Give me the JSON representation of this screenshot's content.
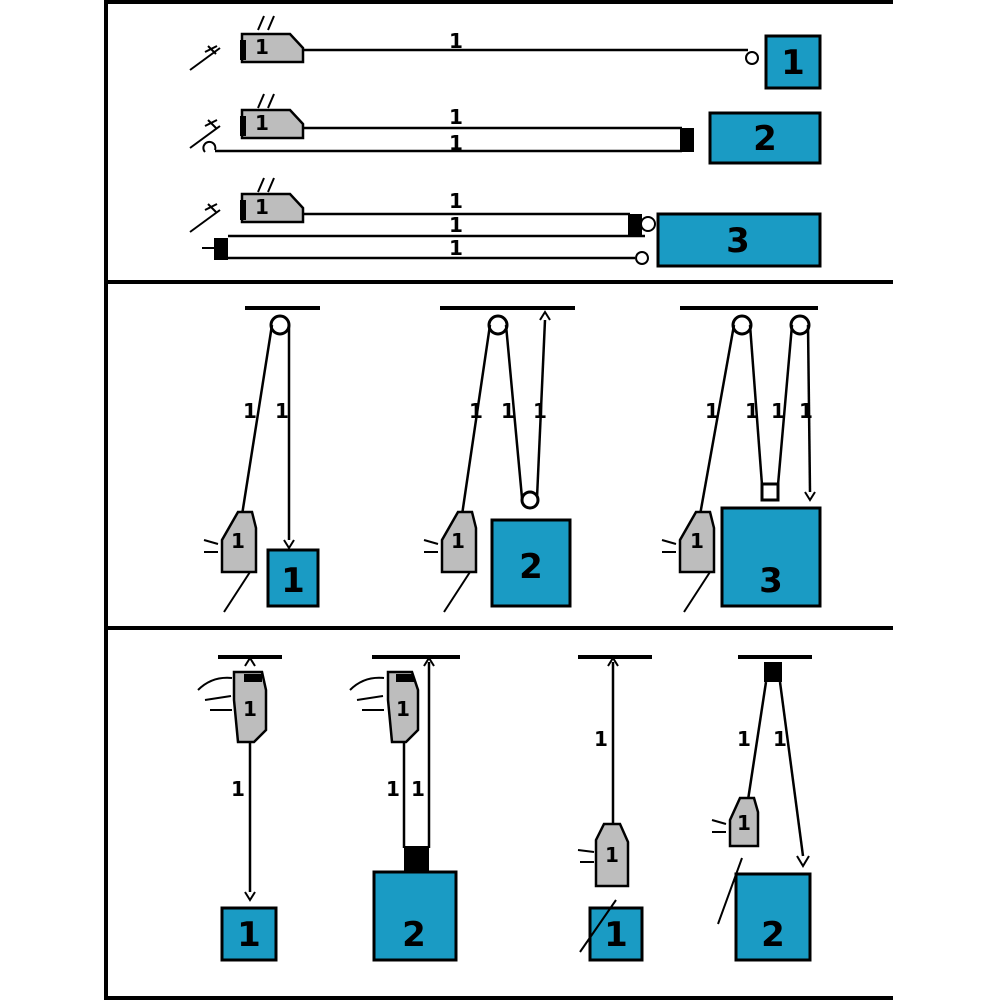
{
  "panels": [
    {
      "id": "horizontal",
      "setups": [
        {
          "load_label": "1",
          "rope_labels": [
            "1"
          ]
        },
        {
          "load_label": "2",
          "rope_labels": [
            "1",
            "1"
          ]
        },
        {
          "load_label": "3",
          "rope_labels": [
            "1",
            "1",
            "1"
          ]
        }
      ]
    },
    {
      "id": "vertical-pulley",
      "setups": [
        {
          "load_label": "1",
          "rope_labels": [
            "1",
            "1"
          ]
        },
        {
          "load_label": "2",
          "rope_labels": [
            "1",
            "1",
            "1"
          ]
        },
        {
          "load_label": "3",
          "rope_labels": [
            "1",
            "1",
            "1",
            "1"
          ]
        }
      ]
    },
    {
      "id": "vertical-direct",
      "setups": [
        {
          "load_label": "1",
          "rope_labels": [
            "1"
          ]
        },
        {
          "load_label": "2",
          "rope_labels": [
            "1",
            "1"
          ]
        },
        {
          "load_label": "1",
          "rope_labels": [
            "1"
          ]
        },
        {
          "load_label": "2",
          "rope_labels": [
            "1",
            "1"
          ]
        }
      ]
    }
  ],
  "hoist_label": "1",
  "colors": {
    "load_fill": "#1a9bc4",
    "hoist_fill": "#bdbdbd",
    "line": "#000000"
  }
}
